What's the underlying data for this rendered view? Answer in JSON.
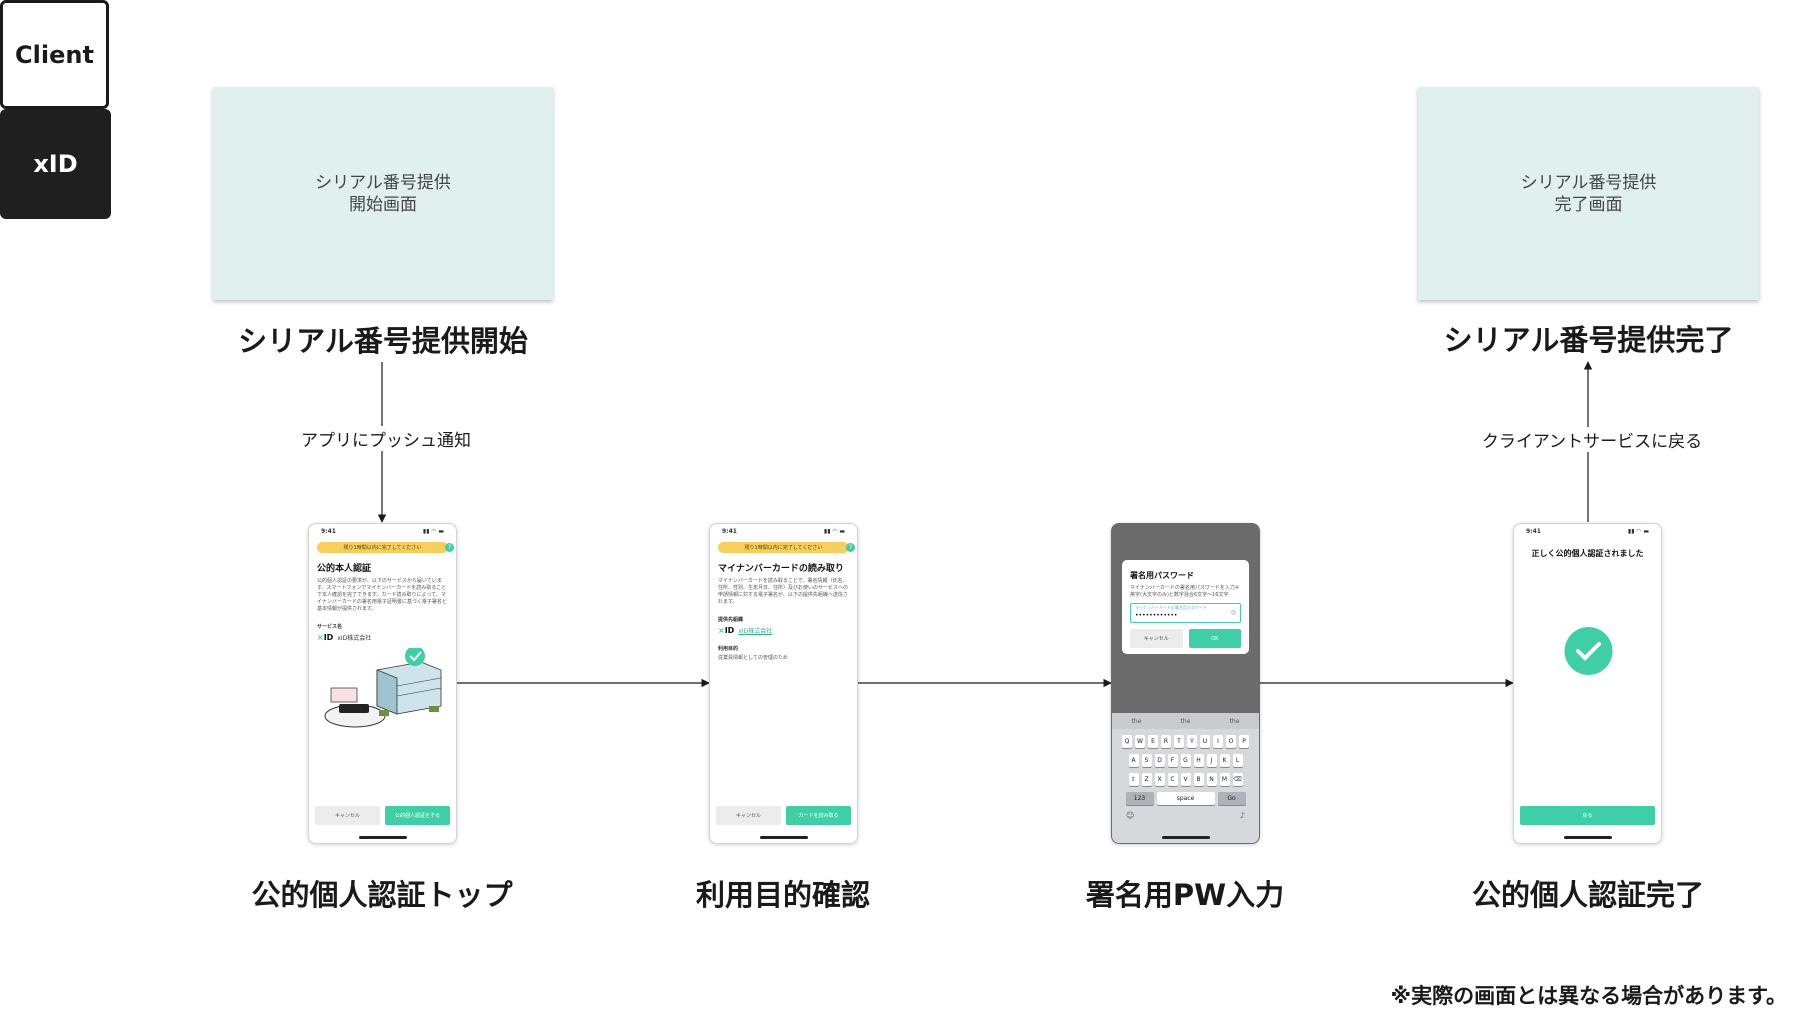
{
  "lanes": {
    "client": "Client",
    "xid": "xID"
  },
  "client_screens": {
    "start": {
      "box_text": "シリアル番号提供\n開始画面",
      "title": "シリアル番号提供開始"
    },
    "end": {
      "box_text": "シリアル番号提供\n完了画面",
      "title": "シリアル番号提供完了"
    }
  },
  "edges": {
    "push": "アプリにプッシュ通知",
    "return": "クライアントサービスに戻る"
  },
  "xid_screens": [
    {
      "title": "公的個人認証トップ"
    },
    {
      "title": "利用目的確認"
    },
    {
      "title": "署名用PW入力"
    },
    {
      "title": "公的個人認証完了"
    }
  ],
  "phone1": {
    "time": "9:41",
    "banner": "残り1時間以内に完了してください",
    "heading": "公的本人認証",
    "body": "公的個人認証の要求が、以下のサービスから届いています。スマートフォンでマイナンバーカードを読み取ることで本人確認を完了できます。カード読み取りによって、マイナンバーカードの署名用電子証明書に基づく電子署名と基本情報が提供されます。",
    "service_label": "サービス名",
    "logo": "ID",
    "company": "xID株式会社",
    "cancel": "キャンセル",
    "confirm": "公的個人認証をする"
  },
  "phone2": {
    "time": "9:41",
    "banner": "残り1時間以内に完了してください",
    "heading": "マイナンバーカードの読み取り",
    "body": "マイナンバーカードを読み取ることで、署名情報（氏名、住所、性別、生年月日、住所）及びお使いのサービスへの申請情報に対する電子署名が、以下の提供先組織へ送信されます。",
    "provider_label": "提供先組織",
    "logo": "ID",
    "company": "xID株式会社",
    "purpose_label": "利用目的",
    "purpose": "従業員情報としての管理のため",
    "cancel": "キャンセル",
    "confirm": "カードを読み取る"
  },
  "phone3": {
    "dialog_title": "署名用パスワード",
    "dialog_body": "マイナンバーカードの署名用パスワードを入力※英字(大文字のみ)と数字混合6文字〜16文字",
    "field_label": "マイナンバーカードの署名用パスワード",
    "field_value": "••••••••••••",
    "cancel": "キャンセル",
    "ok": "OK",
    "suggestions": [
      "the",
      "the",
      "the"
    ],
    "rows": [
      [
        "Q",
        "W",
        "E",
        "R",
        "T",
        "Y",
        "U",
        "I",
        "O",
        "P"
      ],
      [
        "A",
        "S",
        "D",
        "F",
        "G",
        "H",
        "J",
        "K",
        "L"
      ],
      [
        "Z",
        "X",
        "C",
        "V",
        "B",
        "N",
        "M"
      ]
    ],
    "key_123": "123",
    "key_space": "space",
    "key_go": "Go"
  },
  "phone4": {
    "time": "9:41",
    "heading": "正しく公的個人認証されました",
    "button": "戻る"
  },
  "footnote": "※実際の画面とは異なる場合があります。"
}
